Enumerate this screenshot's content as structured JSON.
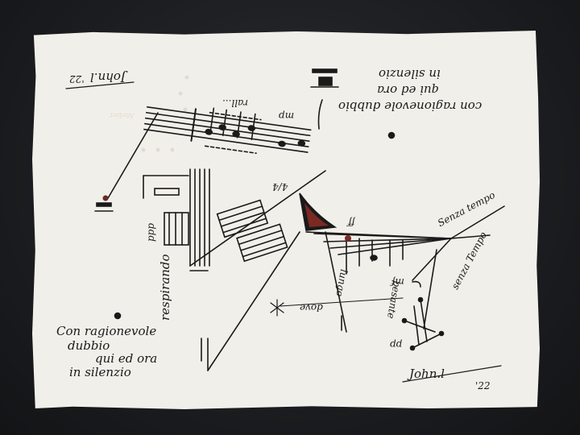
{
  "poem": {
    "line1": "Con ragionevole",
    "line2": "dubbio",
    "line3": "qui ed ora",
    "line4": "in silenzio"
  },
  "poem_inverted": {
    "line1": "con ragionevole dubbio",
    "line2": "qui ed ora",
    "line3": "in silenzio"
  },
  "signature": {
    "name": "John.l",
    "year": "'22"
  },
  "signature_inverted": {
    "name": "John.l",
    "year": "'22"
  },
  "score_marks": {
    "respirando": "respirando",
    "senza_tempo": "Senza tempo",
    "senza_tempo_2": "senza Tempo",
    "pesante": "pesante",
    "lungo": "lungo",
    "dove": "dove",
    "rall": "rall...",
    "mp": "mp",
    "mf": "mf",
    "ff": "ff",
    "pp": "pp",
    "ppp": "ppp",
    "time_sig": "4/4"
  },
  "stamp": {
    "text": "Atelier"
  }
}
